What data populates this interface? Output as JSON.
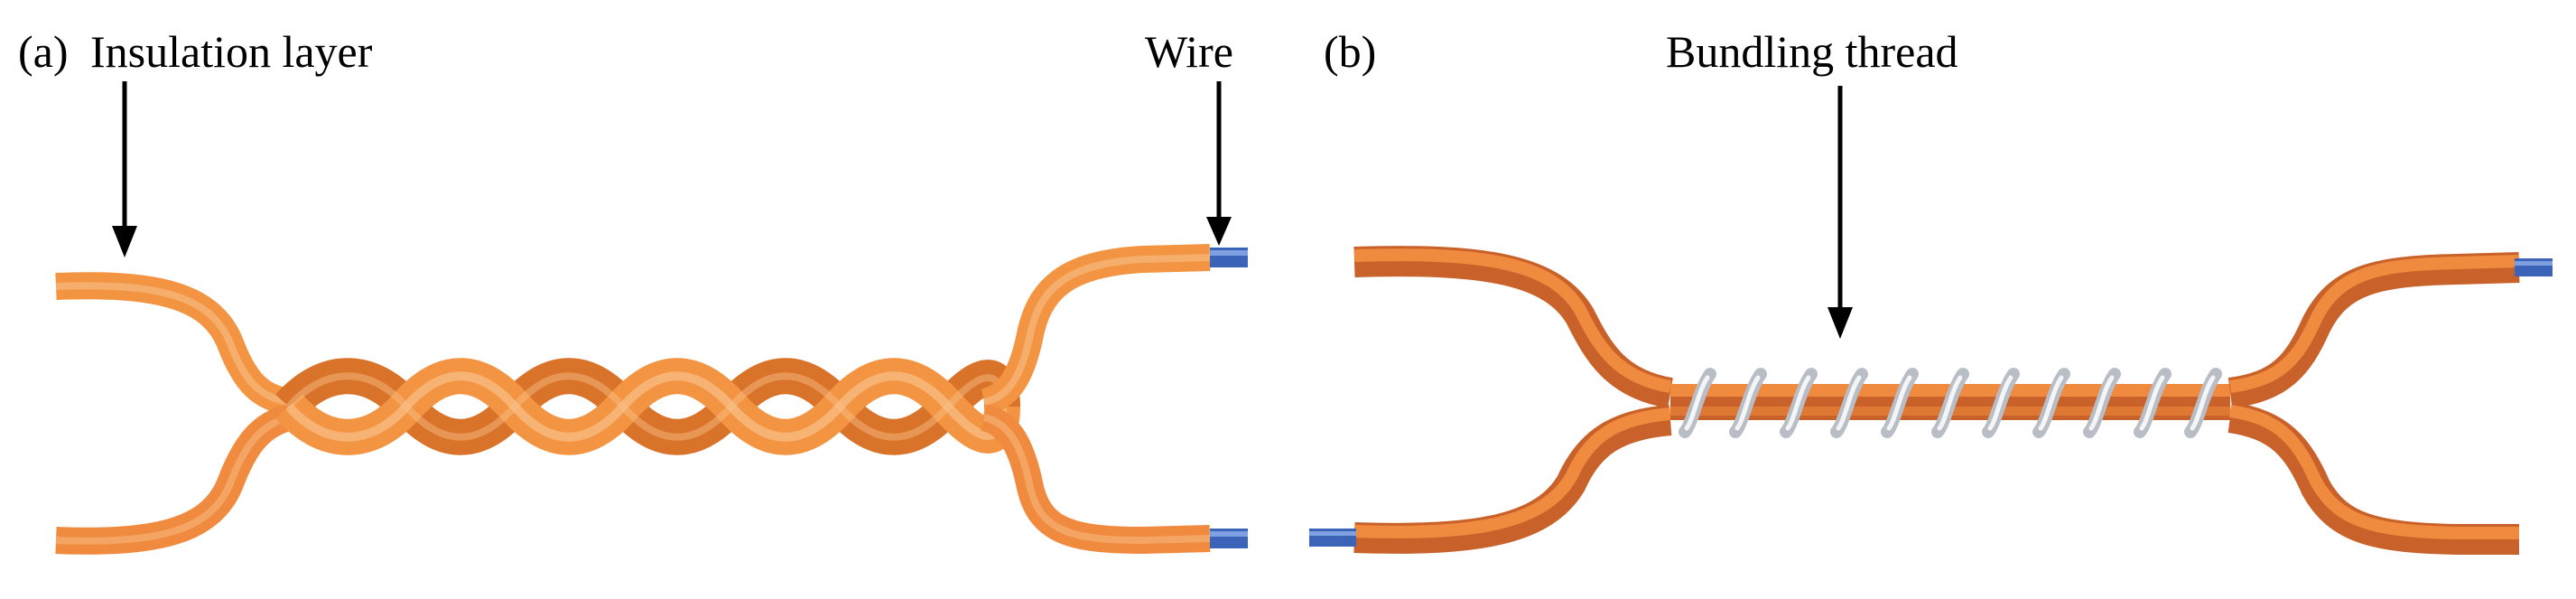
{
  "panel_a": {
    "tag": "(a)",
    "labels": {
      "insulation": "Insulation layer",
      "wire": "Wire"
    }
  },
  "panel_b": {
    "tag": "(b)",
    "labels": {
      "thread": "Bundling thread"
    }
  },
  "colors": {
    "insulation": "#f0913a",
    "insulation_light": "#f7b878",
    "insulation_dark": "#c85e1e",
    "wire_core": "#3b63b8",
    "thread": "#c8ccd2",
    "arrow": "#000000",
    "text": "#000000"
  }
}
